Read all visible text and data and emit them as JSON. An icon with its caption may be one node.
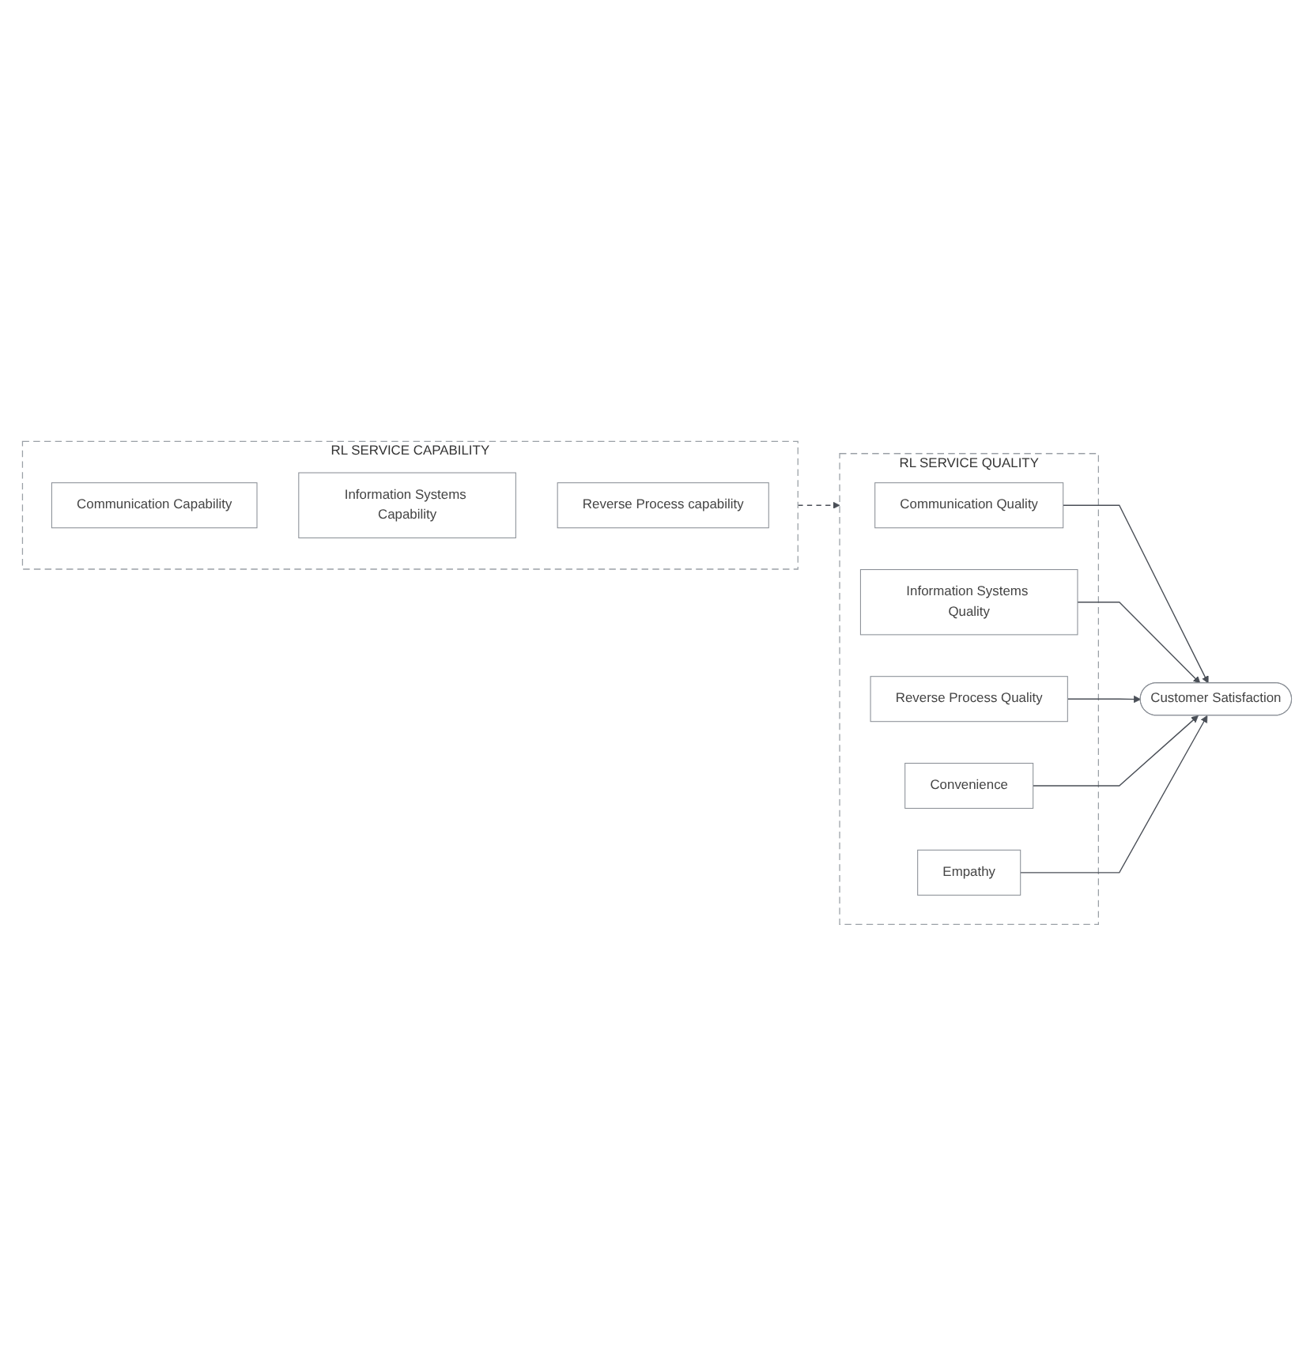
{
  "diagram": {
    "nodes": [
      {
        "text": [
          "RL SERVICE QUALITY"
        ]
      },
      {
        "text": [
          "Communication Quality"
        ],
        "in": 0
      },
      {
        "text": [
          "Information Systems Quality"
        ],
        "in": 0
      },
      {
        "text": [
          "Reverse Process Quality"
        ],
        "in": 0
      },
      {
        "text": [
          "Convenience"
        ],
        "in": 0
      },
      {
        "text": [
          "Empathy"
        ],
        "in": 0
      },
      {
        "text": [
          "Customer Satisfaction"
        ]
      },
      {
        "text": [
          "RL SERVICE CAPABILITY"
        ]
      },
      {
        "text": [
          "Communication Capability"
        ],
        "in": 7
      },
      {
        "text": [
          "Information Systems Capability"
        ],
        "in": 7
      },
      {
        "text": [
          "Reverse Process capability"
        ],
        "in": 7
      }
    ],
    "edges": [
      {
        "from": 1,
        "to": 6,
        "arrow": "to"
      },
      {
        "from": 2,
        "to": 6,
        "arrow": "to"
      },
      {
        "from": 3,
        "to": 6,
        "arrow": "to"
      },
      {
        "from": 4,
        "to": 6,
        "arrow": "to"
      },
      {
        "from": 5,
        "to": 6,
        "arrow": "to"
      },
      {
        "from": 7,
        "to": 0,
        "arrow": "to",
        "style": "dashed"
      }
    ]
  }
}
